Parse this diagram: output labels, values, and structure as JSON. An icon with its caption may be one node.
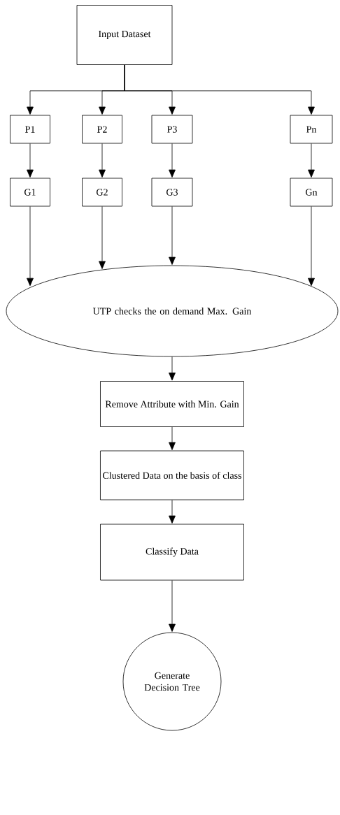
{
  "diagram": {
    "nodes": [
      {
        "text": [
          "Input Dataset"
        ]
      },
      {
        "text": [
          "P1"
        ]
      },
      {
        "text": [
          "P2"
        ]
      },
      {
        "text": [
          "P3"
        ]
      },
      {
        "text": [
          "Pn"
        ]
      },
      {
        "text": [
          "G1"
        ]
      },
      {
        "text": [
          "G2"
        ]
      },
      {
        "text": [
          "G3"
        ]
      },
      {
        "text": [
          "Gn"
        ]
      },
      {
        "text": [
          "UTP checks the on demand Max. Gain"
        ]
      },
      {
        "text": [
          "Remove Attribute with Min. Gain"
        ]
      },
      {
        "text": [
          "Clustered Data on the basis of class"
        ]
      },
      {
        "text": [
          "Classify Data"
        ]
      },
      {
        "text": [
          "Generate Decision Tree"
        ]
      }
    ],
    "edges": [
      {
        "from": 0,
        "to": 1,
        "arrow": "to"
      },
      {
        "from": 0,
        "to": 2,
        "arrow": "to"
      },
      {
        "from": 0,
        "to": 3,
        "arrow": "to"
      },
      {
        "from": 0,
        "to": 4,
        "arrow": "to"
      },
      {
        "from": 1,
        "to": 5,
        "arrow": "to"
      },
      {
        "from": 2,
        "to": 6,
        "arrow": "to"
      },
      {
        "from": 3,
        "to": 7,
        "arrow": "to"
      },
      {
        "from": 4,
        "to": 8,
        "arrow": "to"
      },
      {
        "from": 5,
        "to": 9,
        "arrow": "to"
      },
      {
        "from": 6,
        "to": 9,
        "arrow": "to"
      },
      {
        "from": 7,
        "to": 9,
        "arrow": "to"
      },
      {
        "from": 8,
        "to": 9,
        "arrow": "to"
      },
      {
        "from": 9,
        "to": 10,
        "arrow": "to"
      },
      {
        "from": 10,
        "to": 11,
        "arrow": "to"
      },
      {
        "from": 11,
        "to": 12,
        "arrow": "to"
      },
      {
        "from": 12,
        "to": 13,
        "arrow": "to"
      }
    ]
  }
}
